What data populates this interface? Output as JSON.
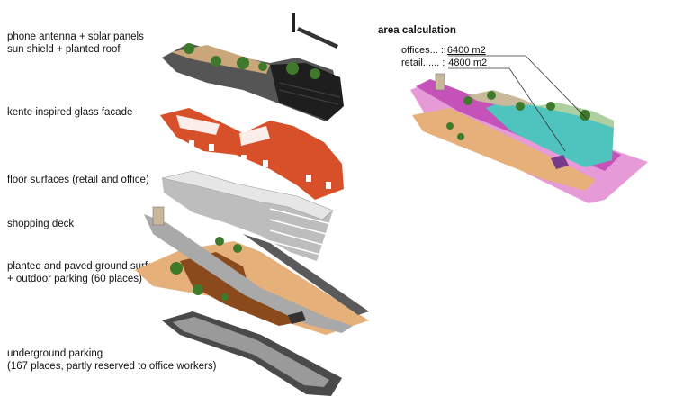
{
  "labels": {
    "roof": [
      "phone antenna + solar panels",
      "sun shield + planted roof"
    ],
    "facade": [
      "kente inspired glass facade"
    ],
    "floors": [
      "floor surfaces (retail and office)"
    ],
    "deck": [
      "shopping deck"
    ],
    "ground": [
      "planted and paved ground surface",
      "+ outdoor parking (60 places)"
    ],
    "parking": [
      "underground parking",
      "(167 places, partly reserved to office workers)"
    ]
  },
  "area_calculation": {
    "title": "area calculation",
    "rows": [
      {
        "name": "offices... :",
        "value": "6400 m2"
      },
      {
        "name": "retail...... :",
        "value": "4800 m2"
      }
    ]
  },
  "colors": {
    "roof_black": "#1e1e1e",
    "facade_orange": "#d8502a",
    "floor_grey": "#d9d9d9",
    "ground_brown": "#8a4a1c",
    "ground_tan": "#e6b07a",
    "deck_grey": "#a9a9a9",
    "office_teal": "#4fc4bf",
    "retail_magenta": "#c452b8",
    "pink": "#e79ad8",
    "tree_green": "#3f7a2c"
  }
}
